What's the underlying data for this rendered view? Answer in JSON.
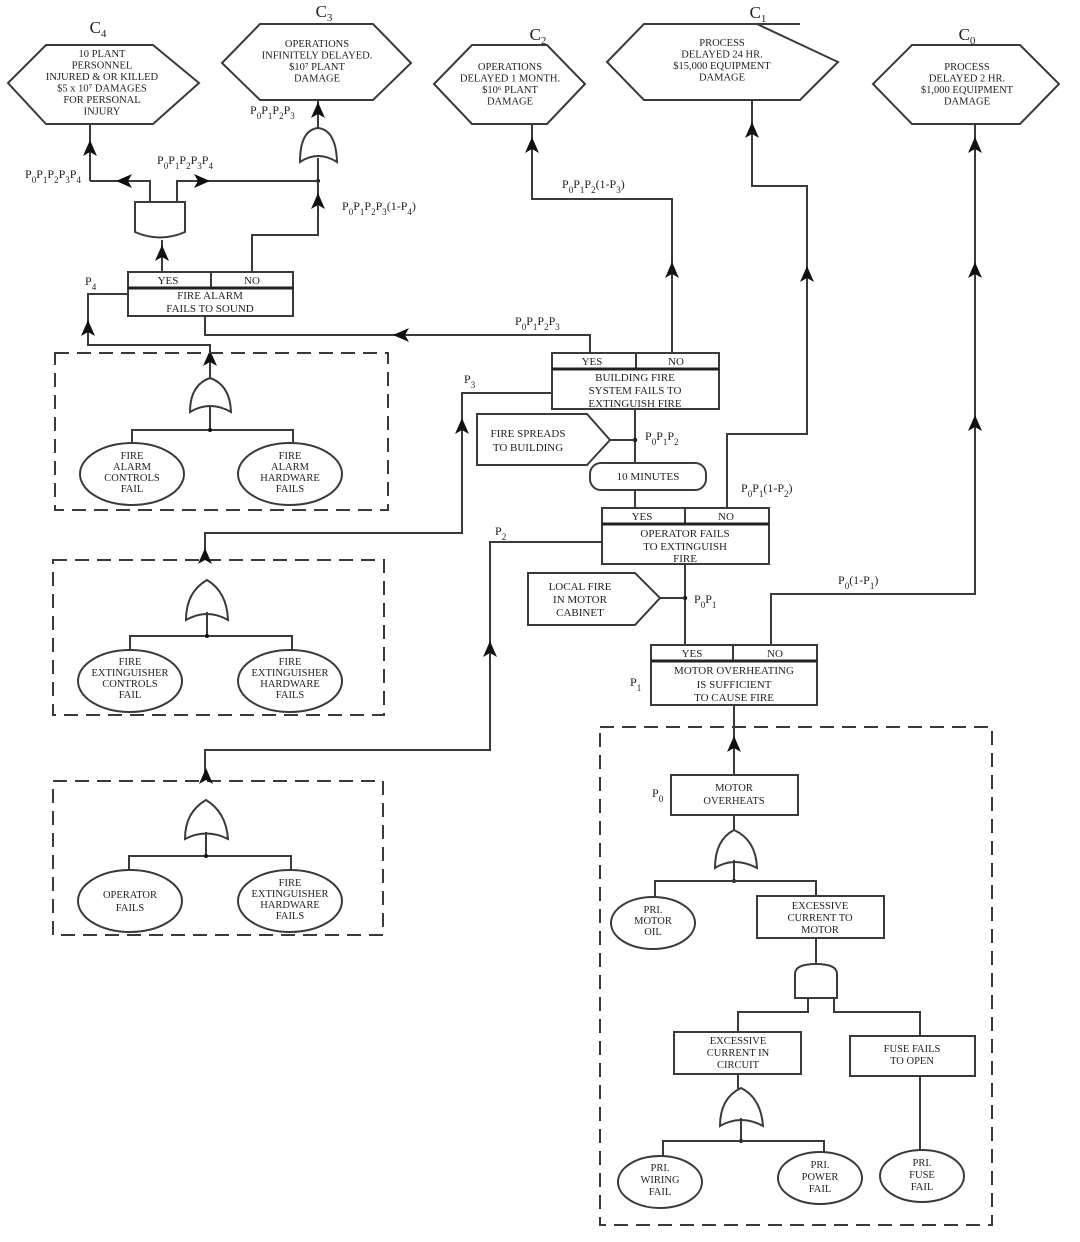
{
  "title": "Event tree / fault tree for motor overheating fire",
  "consequences": [
    {
      "id": "C4",
      "label": "C",
      "sub": "4",
      "lines": [
        "10 PLANT",
        "PERSONNEL",
        "INJURED & OR KILLED",
        "$5 x 10⁷ DAMAGES",
        "FOR PERSONAL",
        "INJURY"
      ]
    },
    {
      "id": "C3",
      "label": "C",
      "sub": "3",
      "lines": [
        "OPERATIONS",
        "INFINITELY DELAYED.",
        "$10⁷ PLANT",
        "DAMAGE"
      ]
    },
    {
      "id": "C2",
      "label": "C",
      "sub": "2",
      "lines": [
        "OPERATIONS",
        "DELAYED 1 MONTH.",
        "$10⁶ PLANT",
        "DAMAGE"
      ]
    },
    {
      "id": "C1",
      "label": "C",
      "sub": "1",
      "lines": [
        "PROCESS",
        "DELAYED 24 HR.",
        "$15,000 EQUIPMENT",
        "DAMAGE"
      ]
    },
    {
      "id": "C0",
      "label": "C",
      "sub": "0",
      "lines": [
        "PROCESS",
        "DELAYED 2 HR.",
        "$1,000 EQUIPMENT",
        "DAMAGE"
      ]
    }
  ],
  "decisions": [
    {
      "id": "fire_alarm",
      "yes": "YES",
      "no": "NO",
      "lines": [
        "FIRE ALARM",
        "FAILS TO SOUND"
      ],
      "prob": "P4"
    },
    {
      "id": "building_system",
      "yes": "YES",
      "no": "NO",
      "lines": [
        "BUILDING FIRE",
        "SYSTEM FAILS TO",
        "EXTINGUISH FIRE"
      ],
      "prob": "P3"
    },
    {
      "id": "operator",
      "yes": "YES",
      "no": "NO",
      "lines": [
        "OPERATOR FAILS",
        "TO EXTINGUISH",
        "FIRE"
      ],
      "prob": "P2"
    },
    {
      "id": "motor_overheating",
      "yes": "YES",
      "no": "NO",
      "lines": [
        "MOTOR OVERHEATING",
        "IS SUFFICIENT",
        "TO CAUSE FIRE"
      ],
      "prob": "P1"
    }
  ],
  "conditions": {
    "fire_spreads": [
      "FIRE SPREADS",
      "TO BUILDING"
    ],
    "local_fire": [
      "LOCAL FIRE",
      "IN MOTOR",
      "CABINET"
    ],
    "delay": "10 MINUTES"
  },
  "path_labels": {
    "c4_path": "P0P1P2P3P4",
    "c4_and_right": "P0P1P2P3P4",
    "c3_total": "P0P1P2P3",
    "c3_no_branch": "P0P1P2P3(1-P4)",
    "c2_path": "P0P1P2(1-P3)",
    "building_yes": "P0P1P2P3",
    "fire_spreads": "P0P1P2",
    "c1_path": "P0P1(1-P2)",
    "local_fire": "P0P1",
    "c0_path": "P0(1-P1)"
  },
  "prob_labels": {
    "p0": "P",
    "p1": "P",
    "p2": "P",
    "p3": "P",
    "p4": "P"
  },
  "fault_trees": {
    "alarm": {
      "left": [
        "FIRE",
        "ALARM",
        "CONTROLS",
        "FAIL"
      ],
      "right": [
        "FIRE",
        "ALARM",
        "HARDWARE",
        "FAILS"
      ]
    },
    "extinguisher": {
      "left": [
        "FIRE",
        "EXTINGUISHER",
        "CONTROLS",
        "FAIL"
      ],
      "right": [
        "FIRE",
        "EXTINGUISHER",
        "HARDWARE",
        "FAILS"
      ]
    },
    "operator": {
      "left": [
        "OPERATOR",
        "FAILS"
      ],
      "right": [
        "FIRE",
        "EXTINGUISHER",
        "HARDWARE",
        "FAILS"
      ]
    },
    "motor": {
      "top": [
        "MOTOR",
        "OVERHEATS"
      ],
      "pri_motor_oil": [
        "PRI.",
        "MOTOR",
        "OIL"
      ],
      "excessive_current_motor": [
        "EXCESSIVE",
        "CURRENT TO",
        "MOTOR"
      ],
      "excessive_current_circuit": [
        "EXCESSIVE",
        "CURRENT IN",
        "CIRCUIT"
      ],
      "fuse_fails": [
        "FUSE FAILS",
        "TO OPEN"
      ],
      "pri_wiring": [
        "PRI.",
        "WIRING",
        "FAIL"
      ],
      "pri_power": [
        "PRI.",
        "POWER",
        "FAIL"
      ],
      "pri_fuse": [
        "PRI.",
        "FUSE",
        "FAIL"
      ]
    }
  }
}
